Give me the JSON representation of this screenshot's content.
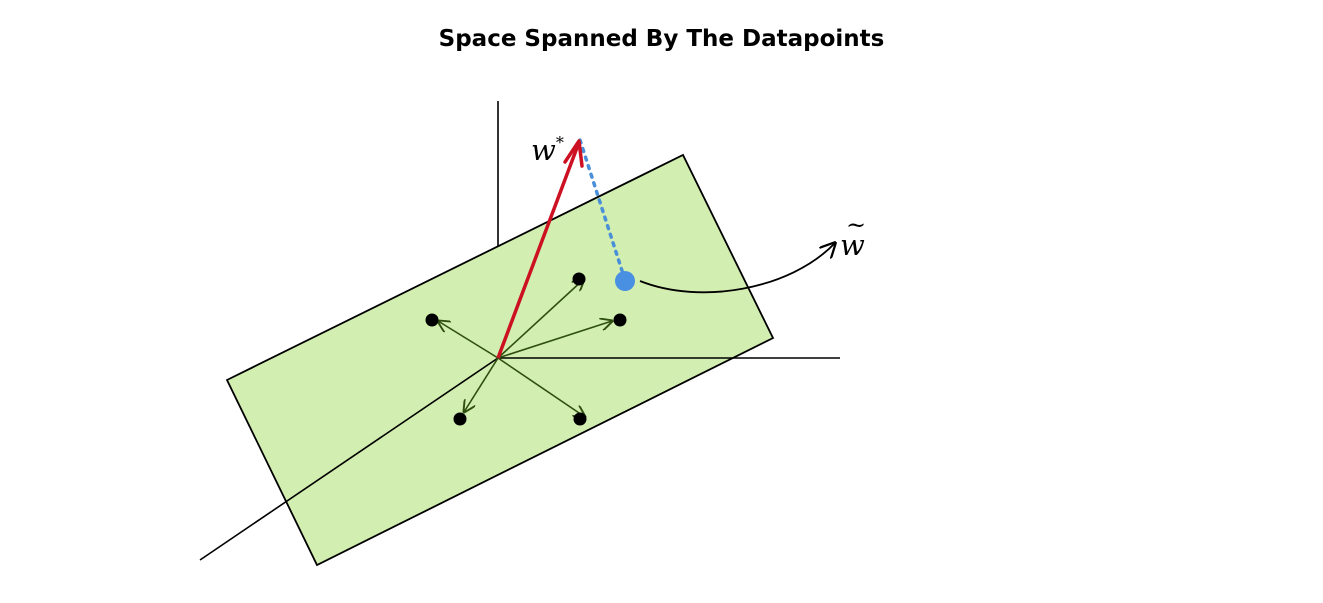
{
  "title": "Space Spanned By The Datapoints",
  "labels": {
    "w_star": "w",
    "w_star_superscript": "*",
    "w_tilde": "w",
    "w_tilde_accent": "~"
  },
  "colors": {
    "plane_fill": "#d2efb1",
    "plane_stroke": "#000000",
    "axis": "#000000",
    "data_vector": "#2f4f10",
    "datapoint": "#000000",
    "w_star_vector": "#cc1122",
    "projection_dotted": "#4a90d9",
    "w_tilde_point": "#4a90e2"
  }
}
